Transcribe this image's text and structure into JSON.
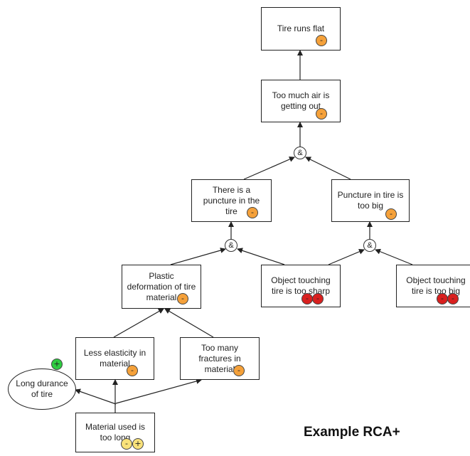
{
  "colors": {
    "orange": "#f5a13a",
    "red": "#d9201f",
    "green": "#2ecc40",
    "yellow": "#f9e27a"
  },
  "title": "Example RCA+",
  "gate_symbol": "&",
  "nodes": [
    {
      "id": "tire-runs-flat",
      "label": "Tire runs flat",
      "badges": [
        {
          "color": "orange",
          "symbol": "-"
        }
      ]
    },
    {
      "id": "too-much-air",
      "label": "Too much air is\ngetting out",
      "badges": [
        {
          "color": "orange",
          "symbol": "-"
        }
      ]
    },
    {
      "id": "puncture-in-tire",
      "label": "There is a\npuncture in the tire",
      "badges": [
        {
          "color": "orange",
          "symbol": "-"
        }
      ]
    },
    {
      "id": "puncture-too-big",
      "label": "Puncture in tire is\ntoo big",
      "badges": [
        {
          "color": "orange",
          "symbol": "-"
        }
      ]
    },
    {
      "id": "plastic-deformation",
      "label": "Plastic\ndeformation of tire\nmaterial",
      "badges": [
        {
          "color": "orange",
          "symbol": "-"
        }
      ]
    },
    {
      "id": "object-too-sharp",
      "label": "Object touching\ntire is too sharp",
      "badges": [
        {
          "color": "red",
          "symbol": "-"
        },
        {
          "color": "red",
          "symbol": "-"
        }
      ]
    },
    {
      "id": "object-too-big",
      "label": "Object touching\ntire is too big",
      "badges": [
        {
          "color": "red",
          "symbol": "-"
        },
        {
          "color": "red",
          "symbol": "-"
        }
      ]
    },
    {
      "id": "less-elasticity",
      "label": "Less elasticity in\nmaterial",
      "badges": [
        {
          "color": "orange",
          "symbol": "-"
        }
      ]
    },
    {
      "id": "too-many-fractures",
      "label": "Too many\nfractures in\nmaterial",
      "badges": [
        {
          "color": "orange",
          "symbol": "-"
        }
      ]
    },
    {
      "id": "long-durance",
      "label": "Long durance\nof tire",
      "shape": "ellipse",
      "badges": [
        {
          "color": "green",
          "symbol": "+"
        }
      ]
    },
    {
      "id": "material-used-too-long",
      "label": "Material used is\ntoo long",
      "badges": [
        {
          "color": "yellow",
          "symbol": "-"
        },
        {
          "color": "yellow",
          "symbol": "+"
        }
      ]
    }
  ],
  "gates": [
    {
      "id": "gate-top",
      "type": "AND"
    },
    {
      "id": "gate-left",
      "type": "AND"
    },
    {
      "id": "gate-right",
      "type": "AND"
    }
  ],
  "edges": [
    {
      "from": "too-much-air",
      "to": "tire-runs-flat"
    },
    {
      "from": "gate-top",
      "to": "too-much-air"
    },
    {
      "from": "puncture-in-tire",
      "to": "gate-top"
    },
    {
      "from": "puncture-too-big",
      "to": "gate-top"
    },
    {
      "from": "gate-left",
      "to": "puncture-in-tire"
    },
    {
      "from": "plastic-deformation",
      "to": "gate-left"
    },
    {
      "from": "object-too-sharp",
      "to": "gate-left"
    },
    {
      "from": "gate-right",
      "to": "puncture-too-big"
    },
    {
      "from": "object-too-sharp",
      "to": "gate-right"
    },
    {
      "from": "object-too-big",
      "to": "gate-right"
    },
    {
      "from": "less-elasticity",
      "to": "plastic-deformation"
    },
    {
      "from": "too-many-fractures",
      "to": "plastic-deformation"
    },
    {
      "from": "material-used-too-long",
      "to": "less-elasticity"
    },
    {
      "from": "material-used-too-long",
      "to": "too-many-fractures"
    },
    {
      "from": "material-used-too-long",
      "to": "long-durance"
    }
  ]
}
